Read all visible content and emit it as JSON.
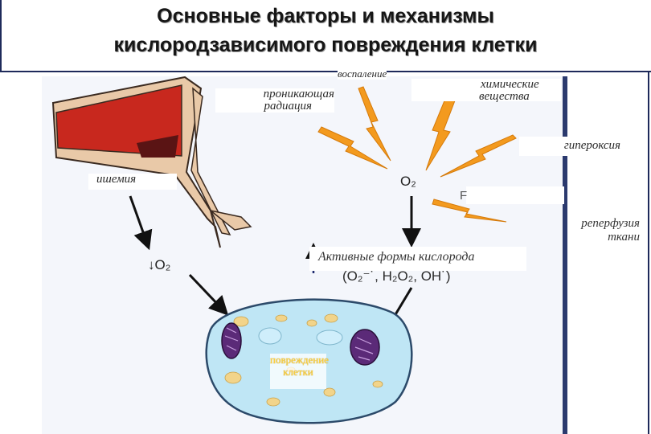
{
  "title": {
    "line1": "Основные факторы и механизмы",
    "line2": "кислородзависимого повреждения клетки"
  },
  "labels": {
    "inflammation": "воспаление",
    "radiation_1": "проникающая",
    "radiation_2": "радиация",
    "chemicals_1": "химические",
    "chemicals_2": "вещества",
    "hyperoxia": "гипероксия",
    "ischemia": "ишемия",
    "reperfusion_1": "реперфузия",
    "reperfusion_2": "ткани",
    "o2_center": "O₂",
    "o2_low": "↓O₂",
    "ros_title": "Активные формы кислорода",
    "ros_formula": "(O₂⁻˙, H₂O₂, OH˙)",
    "cell_damage_1": "повреждение",
    "cell_damage_2": "клетки",
    "fragment": "F"
  },
  "colors": {
    "title_text": "#161616",
    "frame": "#1e2a5a",
    "lightning": "#f39a1e",
    "vessel_red": "#c8281e",
    "cell_fill": "#bfe6f5",
    "mitochondria": "#5b2a78"
  },
  "icons": [
    "lightning-bolt-icon",
    "arrow-down-icon",
    "arrow-up-icon",
    "blood-vessel-icon",
    "cell-icon",
    "mitochondrion-icon"
  ]
}
